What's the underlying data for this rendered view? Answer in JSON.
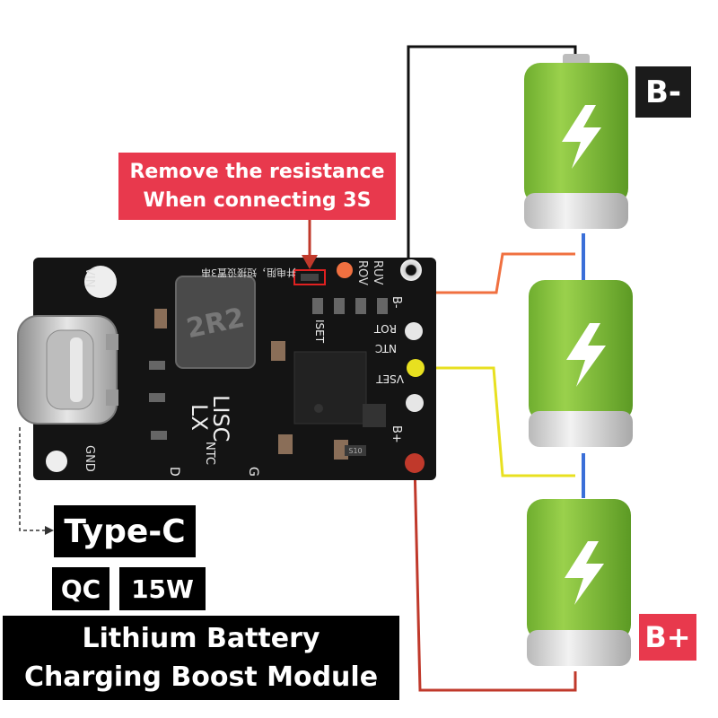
{
  "callout": {
    "line1": "Remove the resistance",
    "line2": "When connecting 3S"
  },
  "terminals": {
    "negative": "B-",
    "positive": "B+"
  },
  "connector": {
    "type_label": "Type-C",
    "protocol_label": "QC",
    "power_label": "15W"
  },
  "product": {
    "line1": "Lithium Battery",
    "line2": "Charging Boost Module"
  },
  "board_silkscreen": {
    "pins_left": [
      "VIN",
      "GND"
    ],
    "inductor": "2R2",
    "lx": "LX",
    "lisc": "LISC",
    "ntc_bottom": "NTC",
    "d": "D",
    "g": "G",
    "rov": "ROV",
    "ruv": "RUV",
    "iset": "ISET",
    "rot": "ROT",
    "ntc_mid": "NTC",
    "vset": "VSET",
    "b_minus": "B-",
    "b_plus": "B+",
    "chinese_note": "并电阻，短接设置3串",
    "s10": "S10"
  },
  "colors": {
    "callout_red": "#e8394d",
    "battery_green": "#8cc63f",
    "battery_cap": "#d9d9d9",
    "wire_black": "#111111",
    "wire_orange": "#f07040",
    "wire_yellow": "#e8e020",
    "wire_red": "#c0392b",
    "wire_blue": "#3a6fd8",
    "pcb_black": "#141414"
  }
}
